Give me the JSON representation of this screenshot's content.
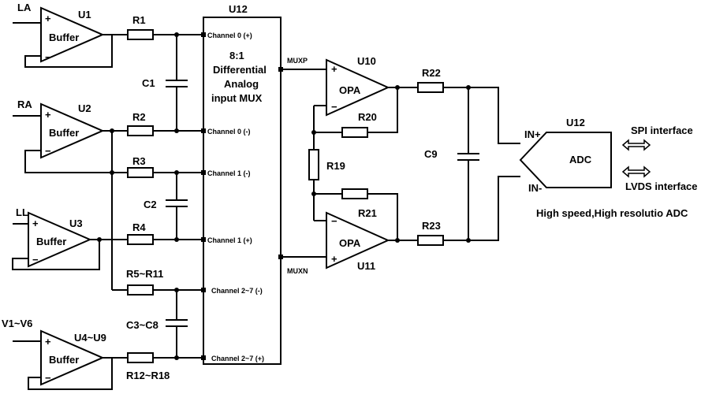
{
  "inputs": {
    "la": "LA",
    "ra": "RA",
    "ll": "LL",
    "v": "V1~V6"
  },
  "buffers": {
    "u1": "U1",
    "u2": "U2",
    "u3": "U3",
    "u4": "U4~U9",
    "label": "Buffer"
  },
  "resistors": {
    "r1": "R1",
    "r2": "R2",
    "r3": "R3",
    "r4": "R4",
    "r5": "R5~R11",
    "r12": "R12~R18",
    "r19": "R19",
    "r20": "R20",
    "r21": "R21",
    "r22": "R22",
    "r23": "R23"
  },
  "capacitors": {
    "c1": "C1",
    "c2": "C2",
    "c3": "C3~C8",
    "c9": "C9"
  },
  "mux": {
    "ref": "U12",
    "title_1": "8:1",
    "title_2": "Differential",
    "title_3": "Analog",
    "title_4": "input  MUX",
    "ch0p": "Channel 0 (+)",
    "ch0n": "Channel 0 (-)",
    "ch1n": "Channel 1 (-)",
    "ch1p": "Channel 1 (+)",
    "ch27n": "Channel  2~7 (-)",
    "ch27p": "Channel  2~7 (+)",
    "muxp": "MUXP",
    "muxn": "MUXN"
  },
  "opamps": {
    "u10": "U10",
    "u11": "U11",
    "label": "OPA"
  },
  "adc": {
    "ref": "U12",
    "label": "ADC",
    "in_plus": "IN+",
    "in_minus": "IN-",
    "spi": "SPI interface",
    "lvds": "LVDS interface",
    "caption": "High speed,High resolutio ADC"
  }
}
